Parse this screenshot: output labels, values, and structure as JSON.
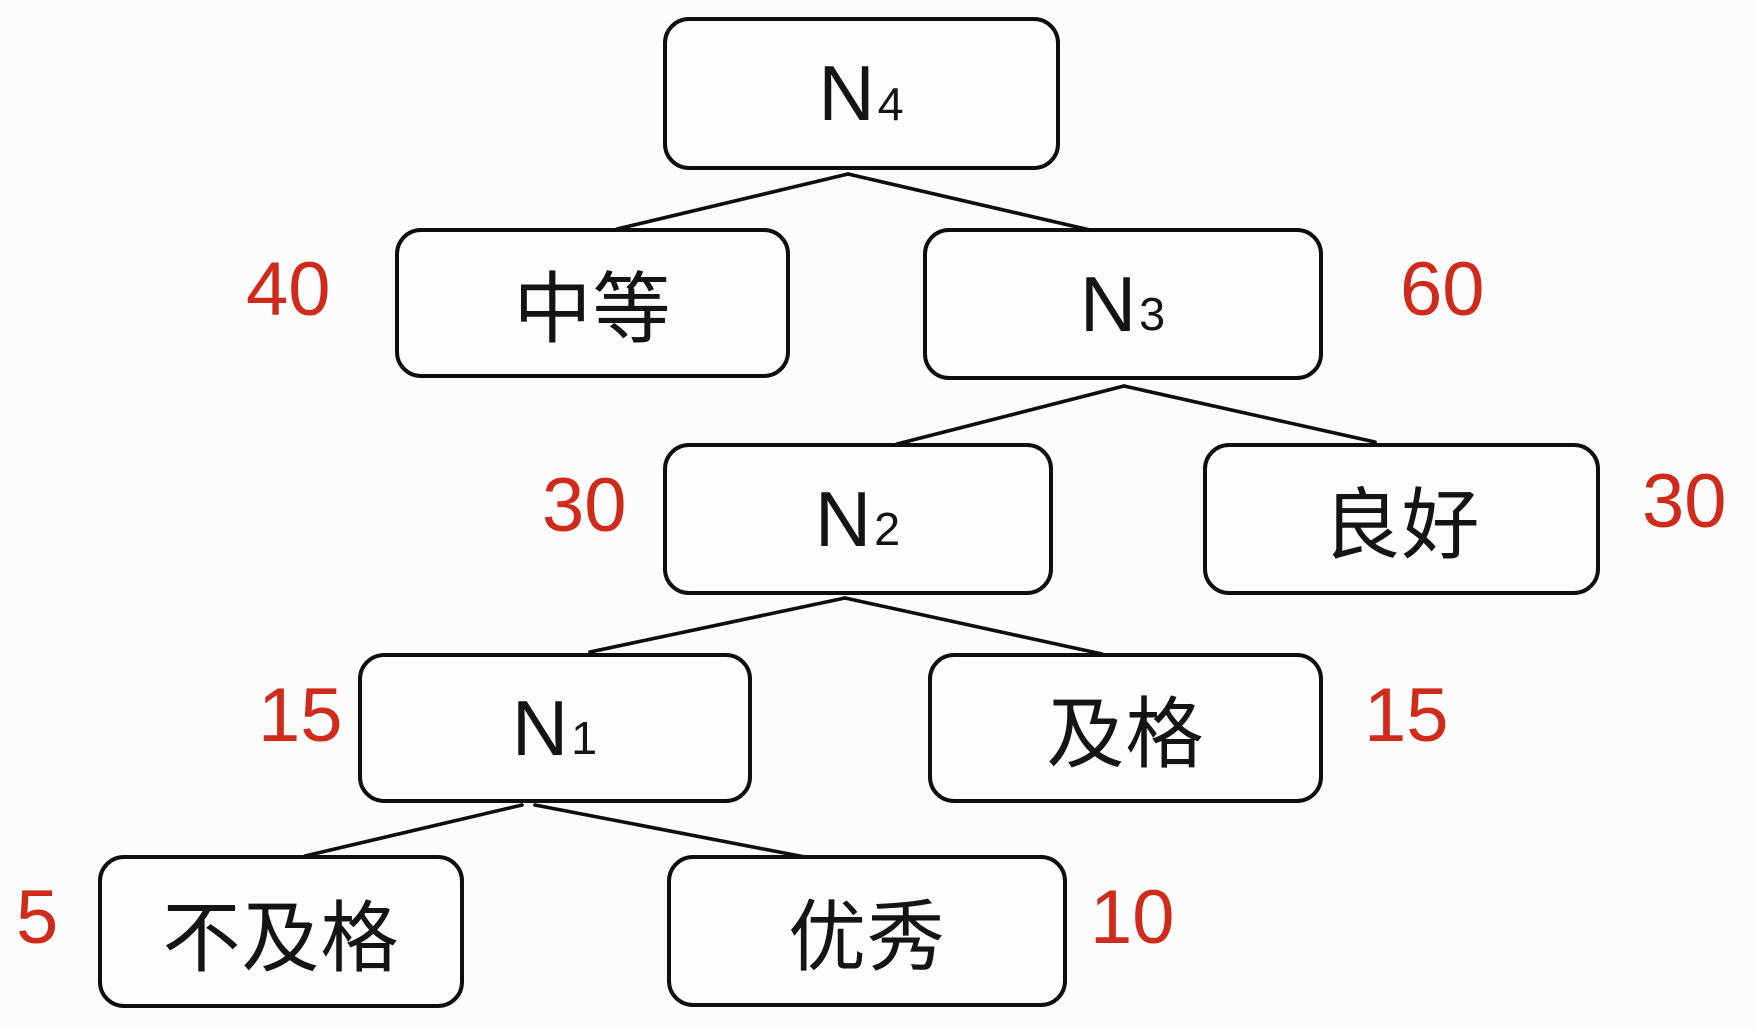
{
  "diagram": {
    "type": "binary-tree",
    "colors": {
      "weight_text": "#cf2a1a",
      "node_border": "#0e0e0e",
      "background": "#fcfcfc"
    },
    "nodes": [
      {
        "id": "N4",
        "label": "N",
        "sub": "4"
      },
      {
        "id": "medium",
        "label": "中等",
        "sub": "",
        "weight": "40"
      },
      {
        "id": "N3",
        "label": "N",
        "sub": "3",
        "weight": "60"
      },
      {
        "id": "N2",
        "label": "N",
        "sub": "2",
        "weight": "30"
      },
      {
        "id": "good",
        "label": "良好",
        "sub": "",
        "weight": "30"
      },
      {
        "id": "N1",
        "label": "N",
        "sub": "1",
        "weight": "15"
      },
      {
        "id": "pass",
        "label": "及格",
        "sub": "",
        "weight": "15"
      },
      {
        "id": "fail",
        "label": "不及格",
        "sub": "",
        "weight": "5"
      },
      {
        "id": "excellent",
        "label": "优秀",
        "sub": "",
        "weight": "10"
      }
    ],
    "edges": [
      {
        "from": "N4",
        "to": "medium"
      },
      {
        "from": "N4",
        "to": "N3"
      },
      {
        "from": "N3",
        "to": "N2"
      },
      {
        "from": "N3",
        "to": "good"
      },
      {
        "from": "N2",
        "to": "N1"
      },
      {
        "from": "N2",
        "to": "pass"
      },
      {
        "from": "N1",
        "to": "fail"
      },
      {
        "from": "N1",
        "to": "excellent"
      }
    ]
  }
}
